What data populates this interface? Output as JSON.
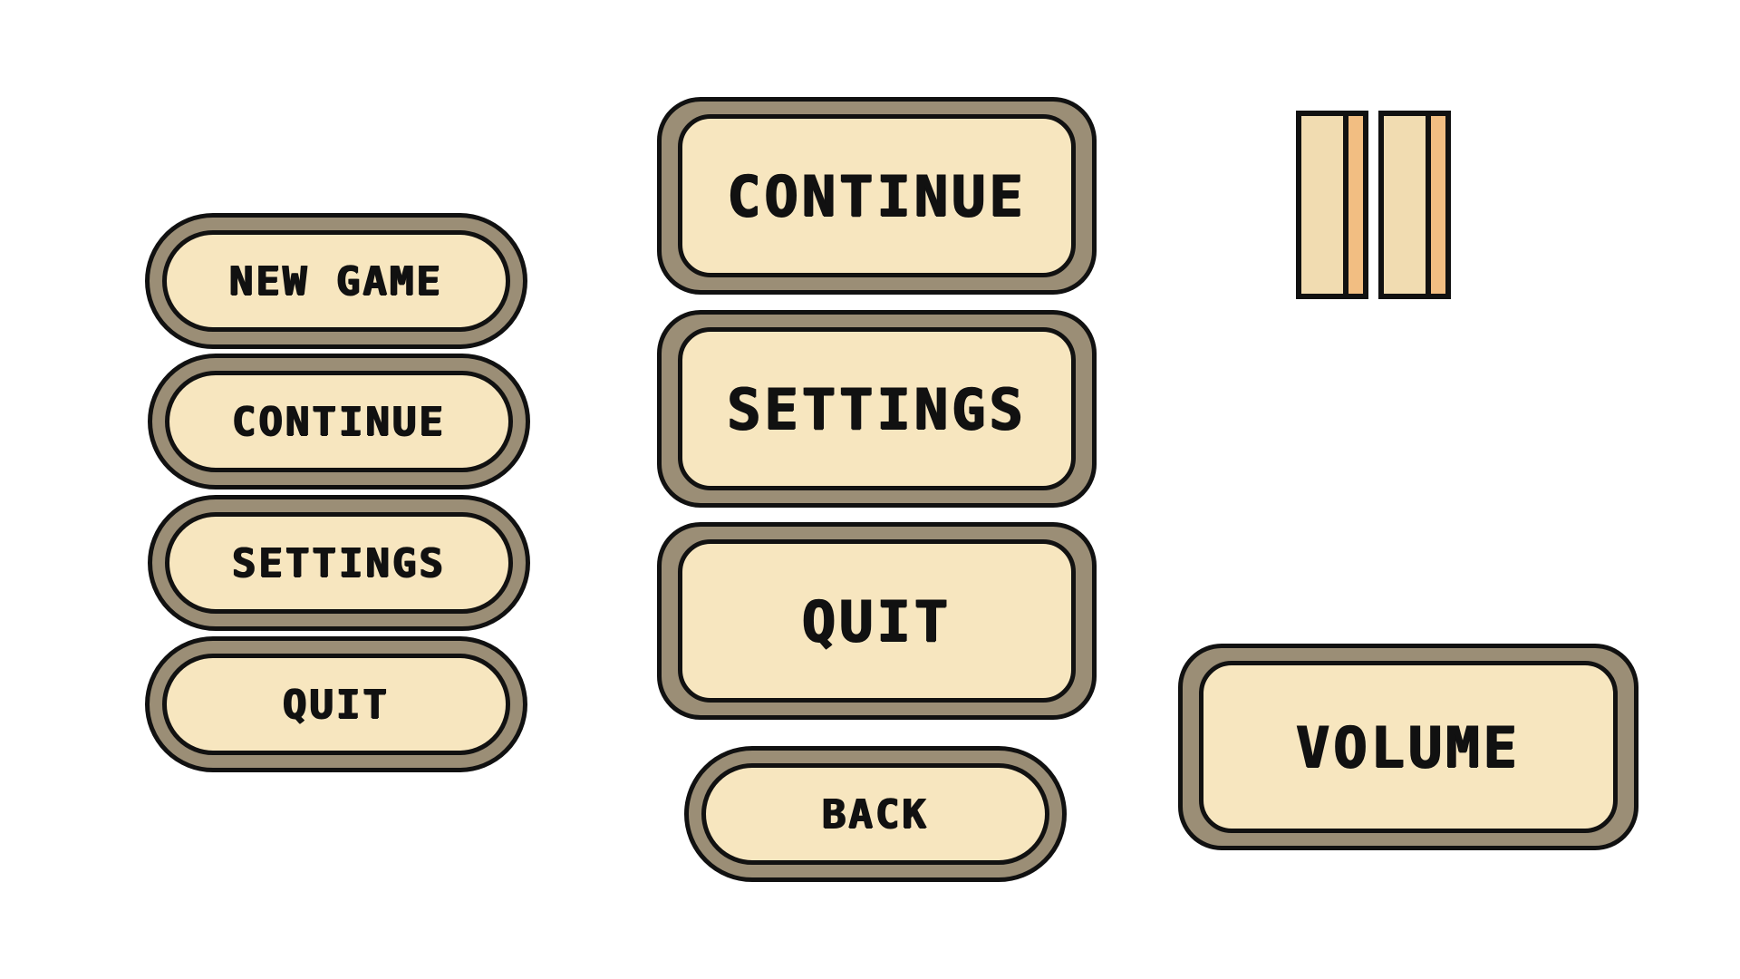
{
  "main_menu": {
    "new_game": "NEW GAME",
    "continue": "CONTINUE",
    "settings": "SETTINGS",
    "quit": "QUIT"
  },
  "pause_menu": {
    "continue": "CONTINUE",
    "settings": "SETTINGS",
    "quit": "QUIT",
    "back": "BACK"
  },
  "settings": {
    "volume": "VOLUME"
  },
  "icons": {
    "pause": "pause-icon"
  },
  "colors": {
    "button_fill": "#f7e6bf",
    "button_rim": "#9b8e76",
    "outline": "#111111",
    "pause_fill": "#f1dcb1",
    "pause_accent": "#f2be82",
    "background": "#ffffff"
  }
}
